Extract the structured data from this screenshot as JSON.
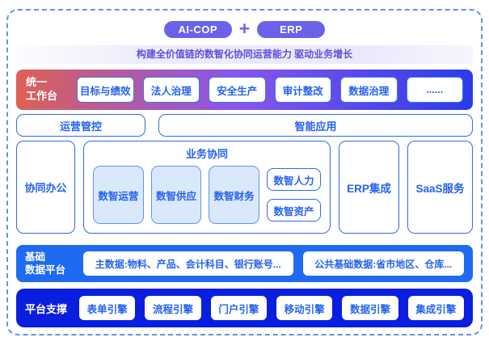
{
  "header": {
    "pill_left": "AI-COP",
    "plus": "+",
    "pill_right": "ERP",
    "subtitle": "构建全价值链的数智化协同运营能力 驱动业务增长"
  },
  "unified_workbench": {
    "label": "统一\n工作台",
    "items": [
      "目标与绩效",
      "法人治理",
      "安全生产",
      "审计整改",
      "数据治理",
      "......"
    ]
  },
  "middle_row": {
    "ops_control": "运营管控",
    "smart_apps": "智能应用"
  },
  "collab_row": {
    "office": "协同办公",
    "business": {
      "title": "业务协同",
      "main_items": [
        "数智运营",
        "数智供应",
        "数智财务"
      ],
      "side_items": [
        "数智人力",
        "数智资产"
      ]
    },
    "erp": "ERP集成",
    "saas": "SaaS服务"
  },
  "base_data": {
    "label": "基础\n数据平台",
    "items": [
      "主数据:物料、产品、会计科目、银行账号...",
      "公共基础数据:省市地区、仓库..."
    ]
  },
  "platform_support": {
    "label": "平台支撑",
    "items": [
      "表单引擎",
      "流程引擎",
      "门户引擎",
      "移动引擎",
      "数据引擎",
      "集成引擎"
    ]
  },
  "colors": {
    "accent_blue": "#2563EB",
    "pill_purple": "#6A62E8",
    "subtitle_purple": "#5B50DE",
    "gradient_left": "#DC6055",
    "gradient_mid": "#8A55EE",
    "gradient_right": "#2B3CE8",
    "base_bar_blue": "#1E6BF2",
    "support_bar_blue": "#0A1EE0",
    "card_fill_light_blue": "#D9E8FB"
  }
}
